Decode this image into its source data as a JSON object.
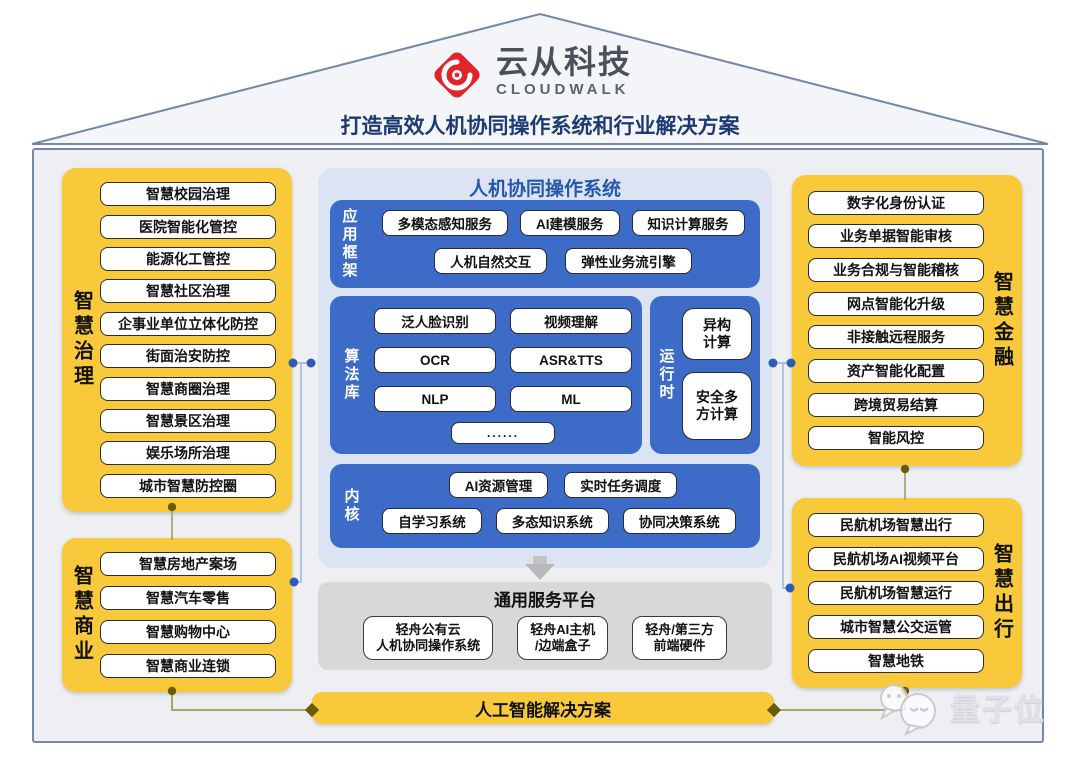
{
  "header": {
    "brand_cn": "云从科技",
    "brand_en": "CLOUDWALK",
    "tagline": "打造高效人机协同操作系统和行业解决方案"
  },
  "left_column": {
    "governance": {
      "label": "智慧治理",
      "items": [
        "智慧校园治理",
        "医院智能化管控",
        "能源化工管控",
        "智慧社区治理",
        "企事业单位立体化防控",
        "街面治安防控",
        "智慧商圈治理",
        "智慧景区治理",
        "娱乐场所治理",
        "城市智慧防控圈"
      ]
    },
    "commerce": {
      "label": "智慧商业",
      "items": [
        "智慧房地产案场",
        "智慧汽车零售",
        "智慧购物中心",
        "智慧商业连锁"
      ]
    }
  },
  "right_column": {
    "finance": {
      "label": "智慧金融",
      "items": [
        "数字化身份认证",
        "业务单据智能审核",
        "业务合规与智能稽核",
        "网点智能化升级",
        "非接触远程服务",
        "资产智能化配置",
        "跨境贸易结算",
        "智能风控"
      ]
    },
    "mobility": {
      "label": "智慧出行",
      "items": [
        "民航机场智慧出行",
        "民航机场AI视频平台",
        "民航机场智慧运行",
        "城市智慧公交运管",
        "智慧地铁"
      ]
    }
  },
  "center": {
    "os_title": "人机协同操作系统",
    "app_framework": {
      "label": "应用框架",
      "row1": [
        "多模态感知服务",
        "AI建模服务",
        "知识计算服务"
      ],
      "row2": [
        "人机自然交互",
        "弹性业务流引擎"
      ]
    },
    "algorithm_library": {
      "label": "算法库",
      "pills": [
        "泛人脸识别",
        "视频理解",
        "OCR",
        "ASR&TTS",
        "NLP",
        "ML"
      ],
      "more": "......"
    },
    "runtime": {
      "label": "运行时",
      "pills": [
        [
          "异构",
          "计算"
        ],
        [
          "安全多",
          "方计算"
        ]
      ]
    },
    "kernel": {
      "label": "内核",
      "row1": [
        "AI资源管理",
        "实时任务调度"
      ],
      "row2": [
        "自学习系统",
        "多态知识系统",
        "协同决策系统"
      ]
    }
  },
  "service_platform": {
    "title": "通用服务平台",
    "pills": [
      [
        "轻舟公有云",
        "人机协同操作系统"
      ],
      [
        "轻舟AI主机",
        "/边端盒子"
      ],
      [
        "轻舟/第三方",
        "前端硬件"
      ]
    ]
  },
  "bottom_bar": {
    "label": "人工智能解决方案"
  },
  "watermark": {
    "label": "量子位"
  },
  "colors": {
    "yellow": "#F9C93C",
    "blue_box": "#3C6CC7",
    "center_panel": "#DCE4F4",
    "navy_text": "#1D3A74",
    "blue_accent": "#2457AD",
    "gray_panel": "#D8D8D8",
    "olive_connector": "#6B5C06",
    "logo_red": "#E1232B",
    "body_bg": "#EDEFF3"
  }
}
